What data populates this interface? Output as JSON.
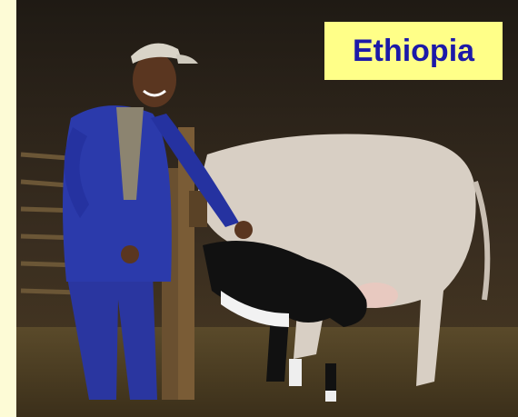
{
  "slide": {
    "background_color": "#fdfbd6",
    "caption": {
      "text": "Ethiopia",
      "text_color": "#1c1aa8",
      "box_color": "#ffff88"
    },
    "photo": {
      "scene": "farmer-with-cow-and-calf",
      "icons": [
        "farmer",
        "cap",
        "cow",
        "calf",
        "fence-post"
      ]
    }
  }
}
